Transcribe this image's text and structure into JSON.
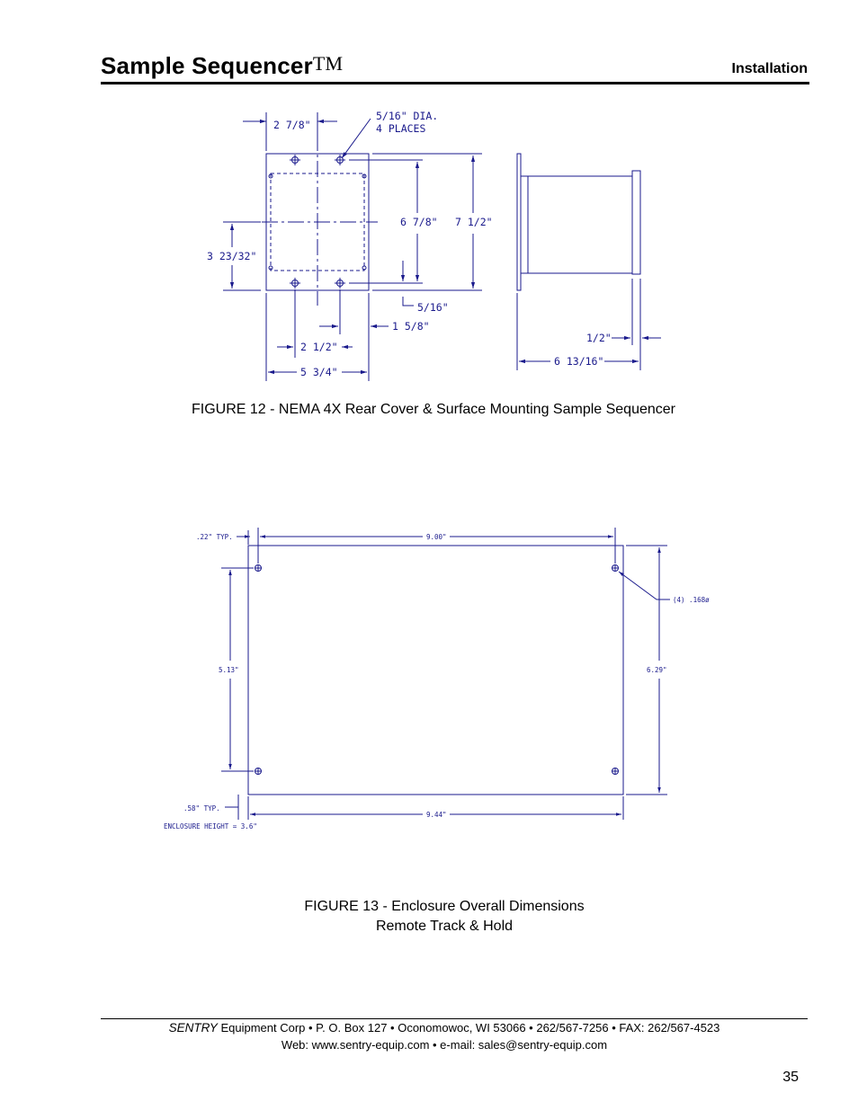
{
  "header": {
    "title": "Sample Sequencer",
    "trademark": "TM",
    "section": "Installation"
  },
  "figure12": {
    "caption": "FIGURE 12 - NEMA 4X Rear Cover & Surface Mounting Sample Sequencer",
    "labels": {
      "top_width": "2 7/8\"",
      "hole_dia": "5/16\" DIA.",
      "hole_places": "4 PLACES",
      "inner_height": "6 7/8\"",
      "outer_height": "7 1/2\"",
      "left_height": "3 23/32\"",
      "bottom_offset": "5/16\"",
      "right_offset": "1 5/8\"",
      "hole_span": "2 1/2\"",
      "total_width": "5 3/4\"",
      "flange": "1/2\"",
      "depth": "6 13/16\""
    }
  },
  "figure13": {
    "caption_line1": "FIGURE 13 - Enclosure Overall Dimensions",
    "caption_line2": "Remote Track & Hold",
    "labels": {
      "typ_top": ".22\" TYP.",
      "width_top": "9.00\"",
      "holes": "(4) .168ø",
      "left_height": "5.13\"",
      "right_height": "6.29\"",
      "typ_bottom": ".58\" TYP.",
      "width_bottom": "9.44\"",
      "enclosure_height": "ENCLOSURE HEIGHT = 3.6\""
    }
  },
  "footer": {
    "company": "SENTRY",
    "address": " Equipment Corp • P. O. Box 127 • Oconomowoc, WI  53066 • 262/567-7256 • FAX: 262/567-4523",
    "web": "Web: www.sentry-equip.com • e-mail: sales@sentry-equip.com"
  },
  "page_number": "35"
}
